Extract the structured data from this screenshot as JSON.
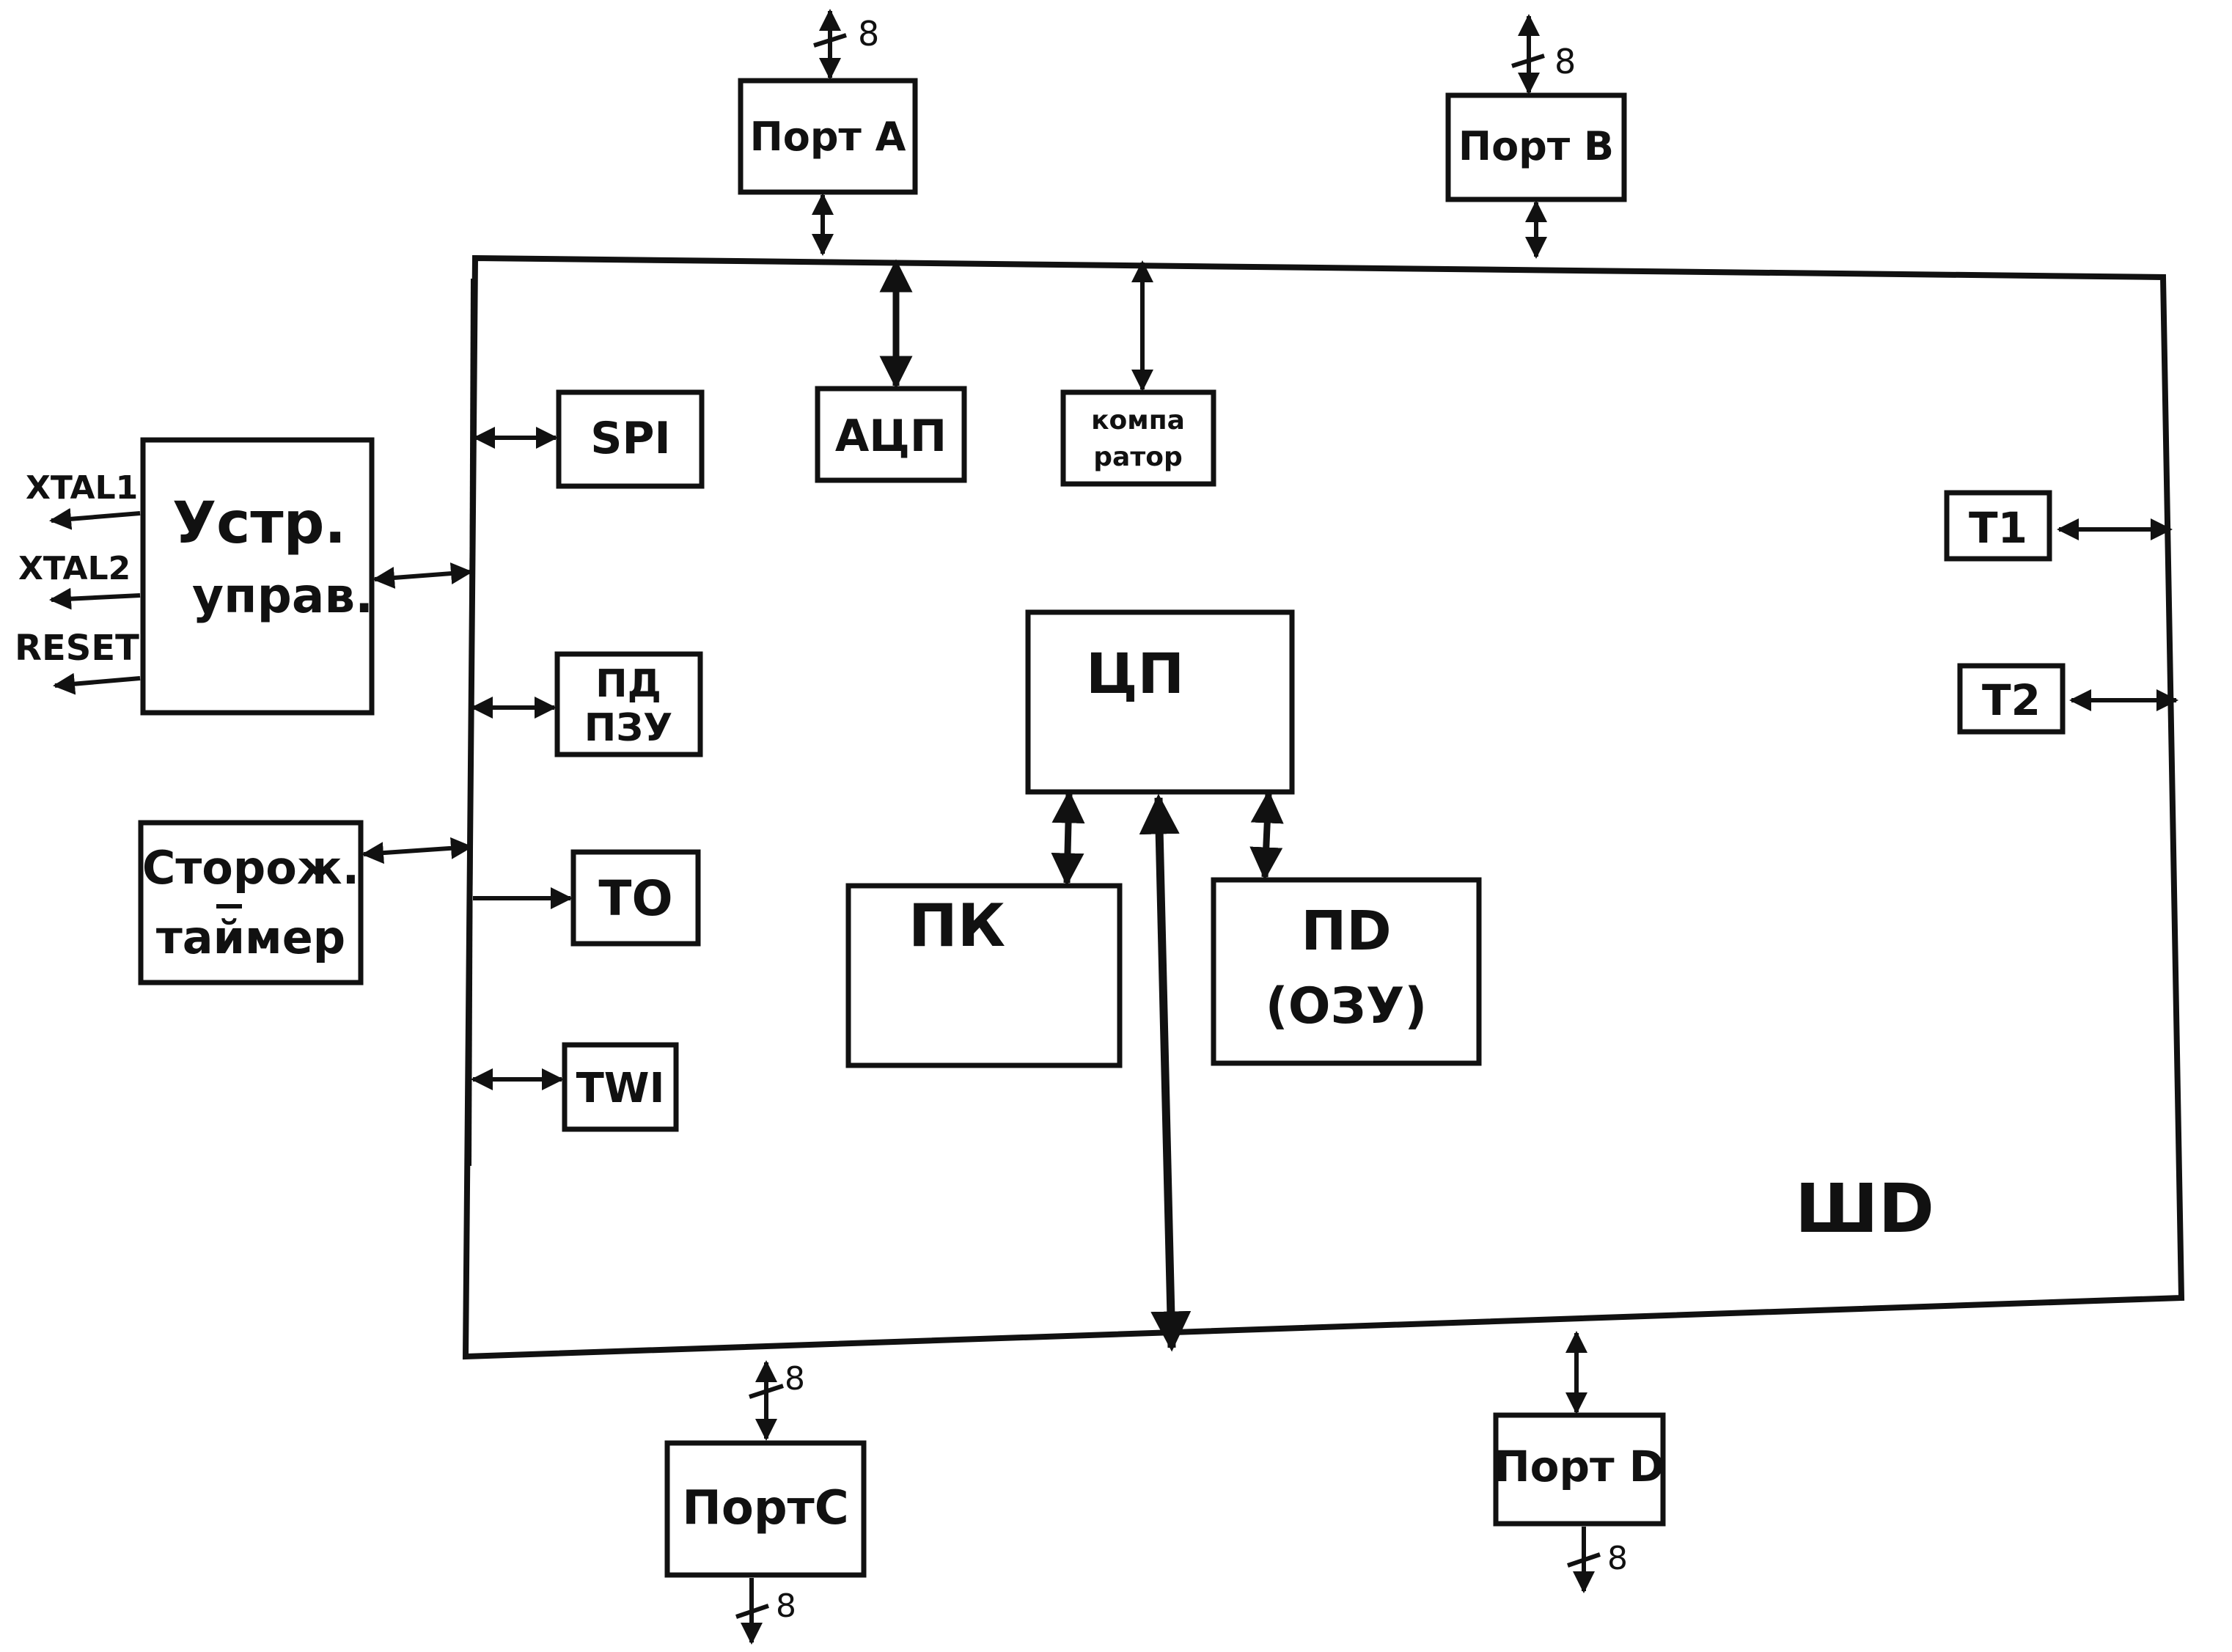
{
  "diagram": {
    "frame_label": "ШD",
    "blocks": {
      "port_a": "Порт А",
      "port_b": "Порт В",
      "port_c": "ПортС",
      "port_d": "Порт D",
      "adc": "АЦП",
      "comparator_line1": "компа",
      "comparator_line2": "ратор",
      "spi": "SPI",
      "control_line1": "Устр.",
      "control_line2": "управ.",
      "pd_line1": "ПД",
      "pd_line2": "ПЗУ",
      "watchdog_line1": "Сторож.",
      "watchdog_line2": "таймер",
      "t0": "TO",
      "twi": "TWI",
      "cpu": "ЦП",
      "pk": "ПК",
      "ram_line1": "ПD",
      "ram_line2": "(ОЗУ)",
      "t1": "T1",
      "t2": "T2"
    },
    "signals": {
      "xtal1": "XTAL1",
      "xtal2": "XTAL2",
      "reset": "RESET"
    },
    "bus_widths": {
      "port_a": "8",
      "port_b": "8",
      "port_c": "8",
      "port_d": "8"
    }
  }
}
